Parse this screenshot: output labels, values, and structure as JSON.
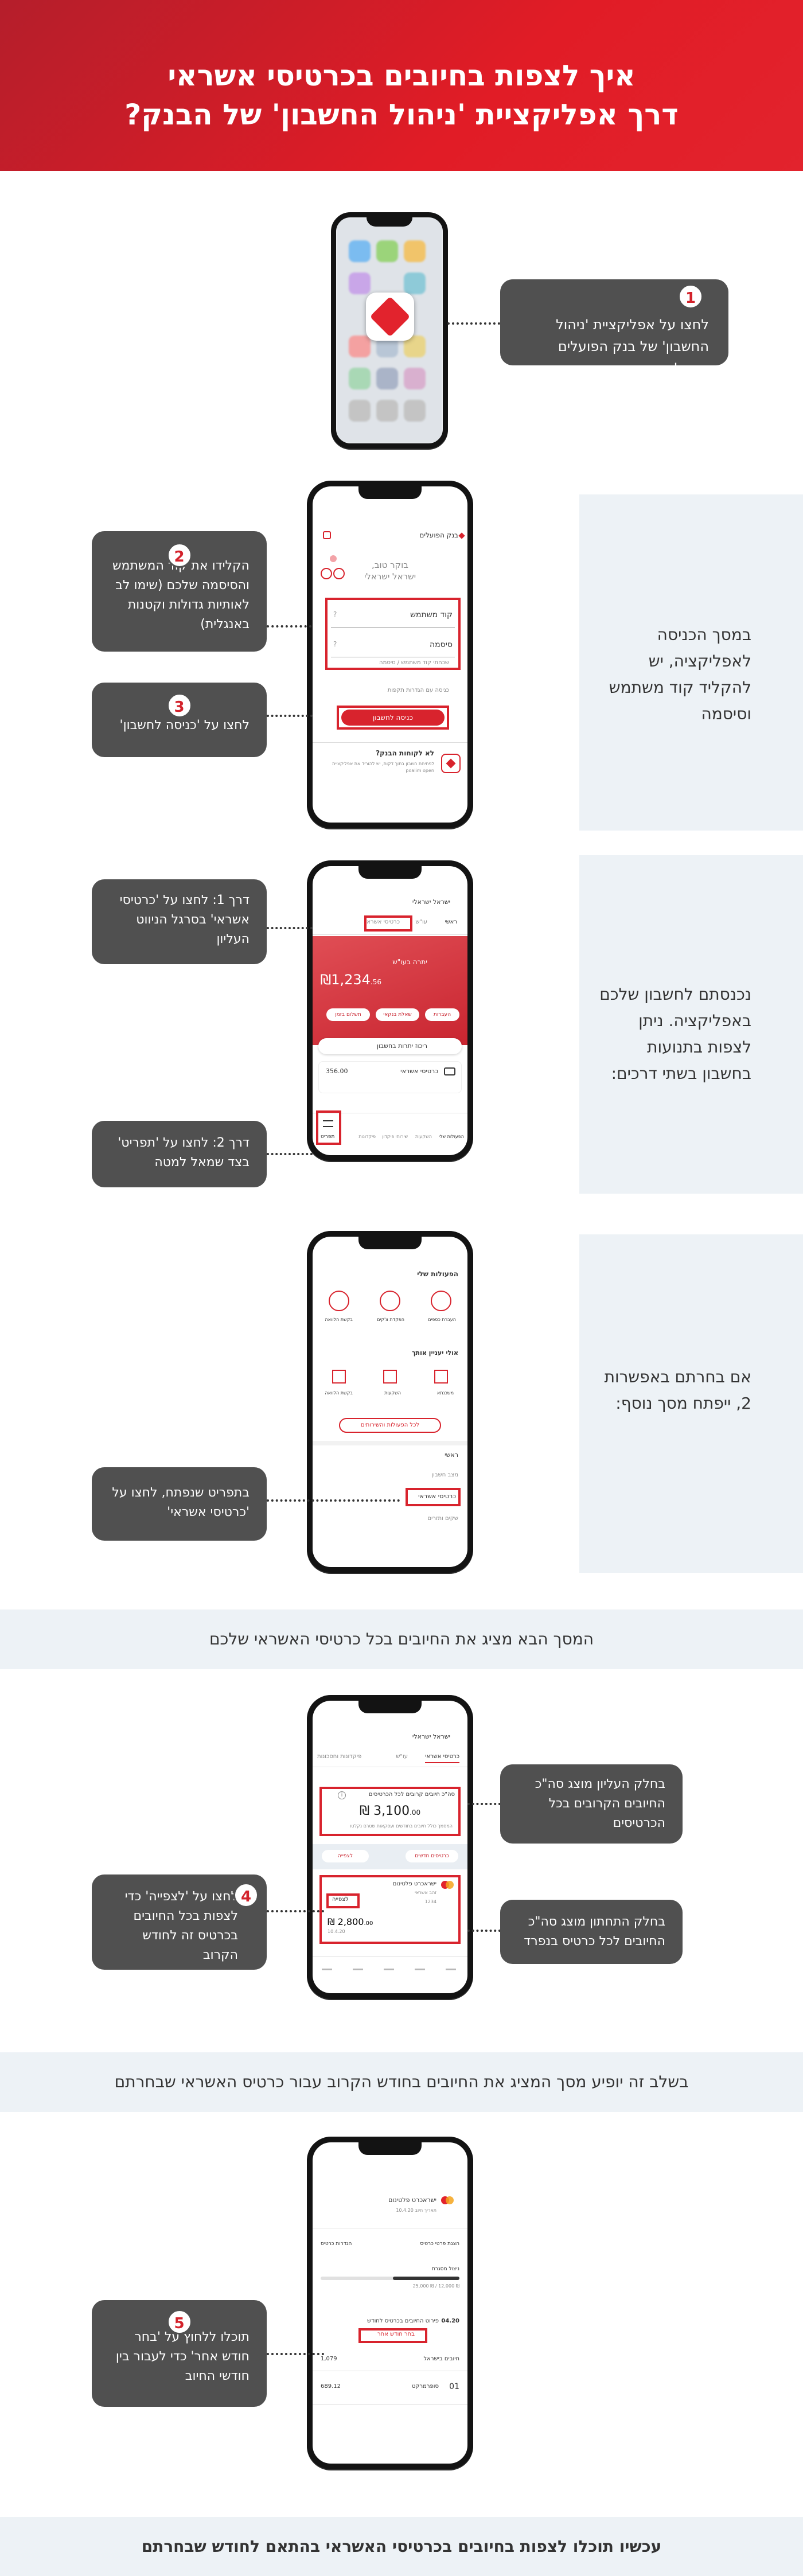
{
  "header": {
    "title_line1": "איך לצפות בחיובים בכרטיסי אשראי",
    "title_line2": "דרך אפליקציית 'ניהול החשבון' של הבנק?"
  },
  "steps": [
    {
      "num": "1",
      "text": "לחצו על אפליקציית 'ניהול החשבון' של בנק הפועלים שבטלפון הנכם"
    },
    {
      "num": "2",
      "text": "הקלידו את קוד המשתמש והסיסמה שלכם (שימו לב לאותיות גדולות וקטנות באנגלית)"
    },
    {
      "num": "3",
      "text": "לחצו על 'כניסה לחשבון'"
    },
    {
      "num": "4",
      "text": "לחצו על 'לצפייה' כדי לצפות בכל החיובים בכרטיס זה לחודש הקרוב"
    },
    {
      "num": "5",
      "text": "תוכלו ללחוץ על 'בחר חודש אחר' כדי לעבור בין חודשי החיוב"
    }
  ],
  "ways": {
    "way1": "דרך 1: לחצו על 'כרטיסי אשראי' בסרגל הניווט העליון",
    "way2": "דרך 2: לחצו על 'תפריט' בצד שמאל למטה",
    "menu_tip": "בתפריט שנפתח, לחצו על 'כרטיסי אשראי'"
  },
  "side_notes": {
    "login": "במסך הכניסה לאפליקציה, יש להקליד קוד משתמש וסיסמה",
    "entered": "נכנסתם לחשבון שלכם באפליקציה. ניתן לצפות בתנועות בחשבון בשתי דרכים:",
    "option2": "אם בחרתם באפשרות 2, ייפתח מסך נוסף:",
    "top_block": "בחלק העליון מוצג סה\"כ החיובים הקרובים בכל הכרטיסים",
    "bottom_block": "בחלק התחתון מוצג סה\"כ החיובים לכל כרטיס בנפרד"
  },
  "bands": {
    "next_screen": "המסך הבא מציג את החיובים בכל כרטיסי האשראי שלכם",
    "month_screen": "בשלב זה יופיע מסך המציג את החיובים בחודש הקרוב עבור כרטיס האשראי שבחרתם",
    "final": "עכשיו תוכלו לצפות בחיובים בכרטיסי האשראי בהתאם לחודש שבחרתם"
  },
  "login_screen": {
    "bank": "בנק הפועלים",
    "greeting": "בוקר טוב,",
    "greeting2": "ישראל ישראלי",
    "user_field": "קוד משתמש",
    "pass_field": "סיסמה",
    "forgot": "שכחתי קוד משתמש / סיסמה",
    "remember": "כניסה עם הגדרות תקפות",
    "enter_button": "כניסה לחשבון",
    "not_customer": "לא לקוחות הבנק?",
    "not_customer_sub": "לפתיחת חשבון בתוך דקות, יש להוריד את אפליקציית poalim open"
  },
  "account_screen": {
    "user": "ישראל ישראלי",
    "tabs": [
      "ראשי",
      "עו\"ש",
      "כרטיסי אשראי"
    ],
    "balance_label": "יתרה בעו\"ש",
    "balance": "1,234",
    "balance_cents": ".56",
    "quick1": "העברות",
    "quick2": "שאלת בנקאי",
    "quick3": "תשלום בזמן",
    "expenses": "ריכוז יתרות בחשבון",
    "cards_row": "כרטיסי אשראי",
    "cards_amount": "356.00",
    "nav": [
      "הפעולות שלי",
      "השקעות",
      "שירותי פיקדון",
      "פיקדונות",
      "תפריט"
    ]
  },
  "menu_screen": {
    "my_actions": "הפעולות שלי",
    "actions": [
      "העברת כספים",
      "הפקדת צ'קים",
      "בקשת הלוואה"
    ],
    "popular": "אולי יעניין אותך",
    "popular_items": [
      "משכנתא",
      "השקעות",
      "בקשת הלוואה"
    ],
    "all_actions": "לכל הפעולות והשירותים",
    "main": "ראשי",
    "account_status": "מצב חשבון",
    "credit_cards": "כרטיסי אשראי",
    "checks": "שקים ותזרים"
  },
  "cards_screen": {
    "user": "ישראל ישראלי",
    "tabs": [
      "כרטיסי אשראי",
      "עו\"ש",
      "פיקדונות וחסכונות"
    ],
    "total_label": "סה\"כ חיובים קרובים לכל הכרטיסים",
    "total": "3,100",
    "total_cents": ".00",
    "total_sub": "המסמך כולל חיובים בחודשים ועסקאות שטרם נקלטו",
    "tab_row": [
      "כרטיסים חדשים",
      "לצפייה"
    ],
    "card_name": "ישראכרט פלטינום",
    "card_sub": "זהב אשראי",
    "card_no": "1234",
    "view": "לצפייה",
    "card_total": "2,800",
    "card_cents": ".00",
    "card_date": "10.4.20"
  },
  "month_screen": {
    "card_name": "ישראכרט פלטינום",
    "card_sub": "תאריך חיוב 10.4.20",
    "actions": [
      "הגדרות כרטיס",
      "הצגת פרטי כרטיס"
    ],
    "limit_label": "ניצול מסגרת",
    "limit": "₪ 12,000 / ₪ 25,000",
    "upcoming": "פירוט החיובים בכרטיס לחודש",
    "month": "04.20",
    "choose_month": "בחר חודש אחר",
    "charges_israel": "חיובים בישראל",
    "charges_israel_amt": "1,079",
    "row1_date": "01",
    "row1_name": "סופרמרקט",
    "row1_amt": "689.12"
  },
  "colors": {
    "brand_red": "#d8232d",
    "dark_box": "#505050",
    "light_band": "#edf2f6"
  }
}
